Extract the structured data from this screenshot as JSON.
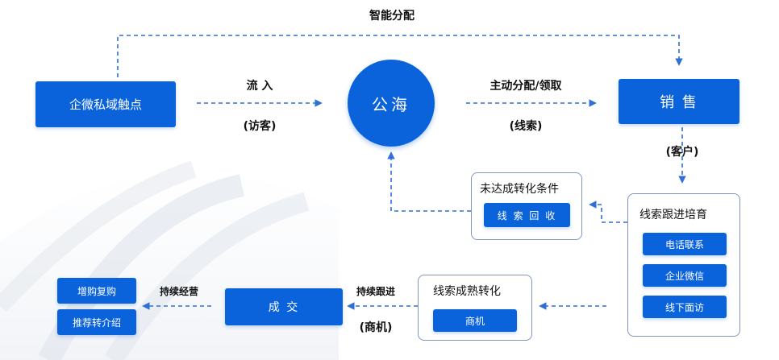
{
  "labels": {
    "smart_assign": "智能分配",
    "inflow": "流 入",
    "visitor": "(访客)",
    "active_assign": "主动分配/领取",
    "lead": "(线索)",
    "customer": "(客户)",
    "continue_follow": "持续跟进",
    "opportunity_paren": "(商机)",
    "continue_operate": "持续经营"
  },
  "nodes": {
    "wecom_touch": "企微私域触点",
    "public_pool": "公海",
    "sales": "销 售",
    "deal": "成 交"
  },
  "unmet_panel": {
    "title": "未达成转化条件",
    "button": "线 索 回 收"
  },
  "nurture_panel": {
    "title": "线索跟进培育",
    "items": [
      "电话联系",
      "企业微信",
      "线下面访"
    ]
  },
  "mature_panel": {
    "title": "线索成熟转化",
    "button": "商机"
  },
  "outcomes": [
    "增购复购",
    "推荐转介绍"
  ],
  "colors": {
    "primary": "#0b63db",
    "arrow": "#2f6fd8",
    "panel_border": "#7f97bd"
  }
}
